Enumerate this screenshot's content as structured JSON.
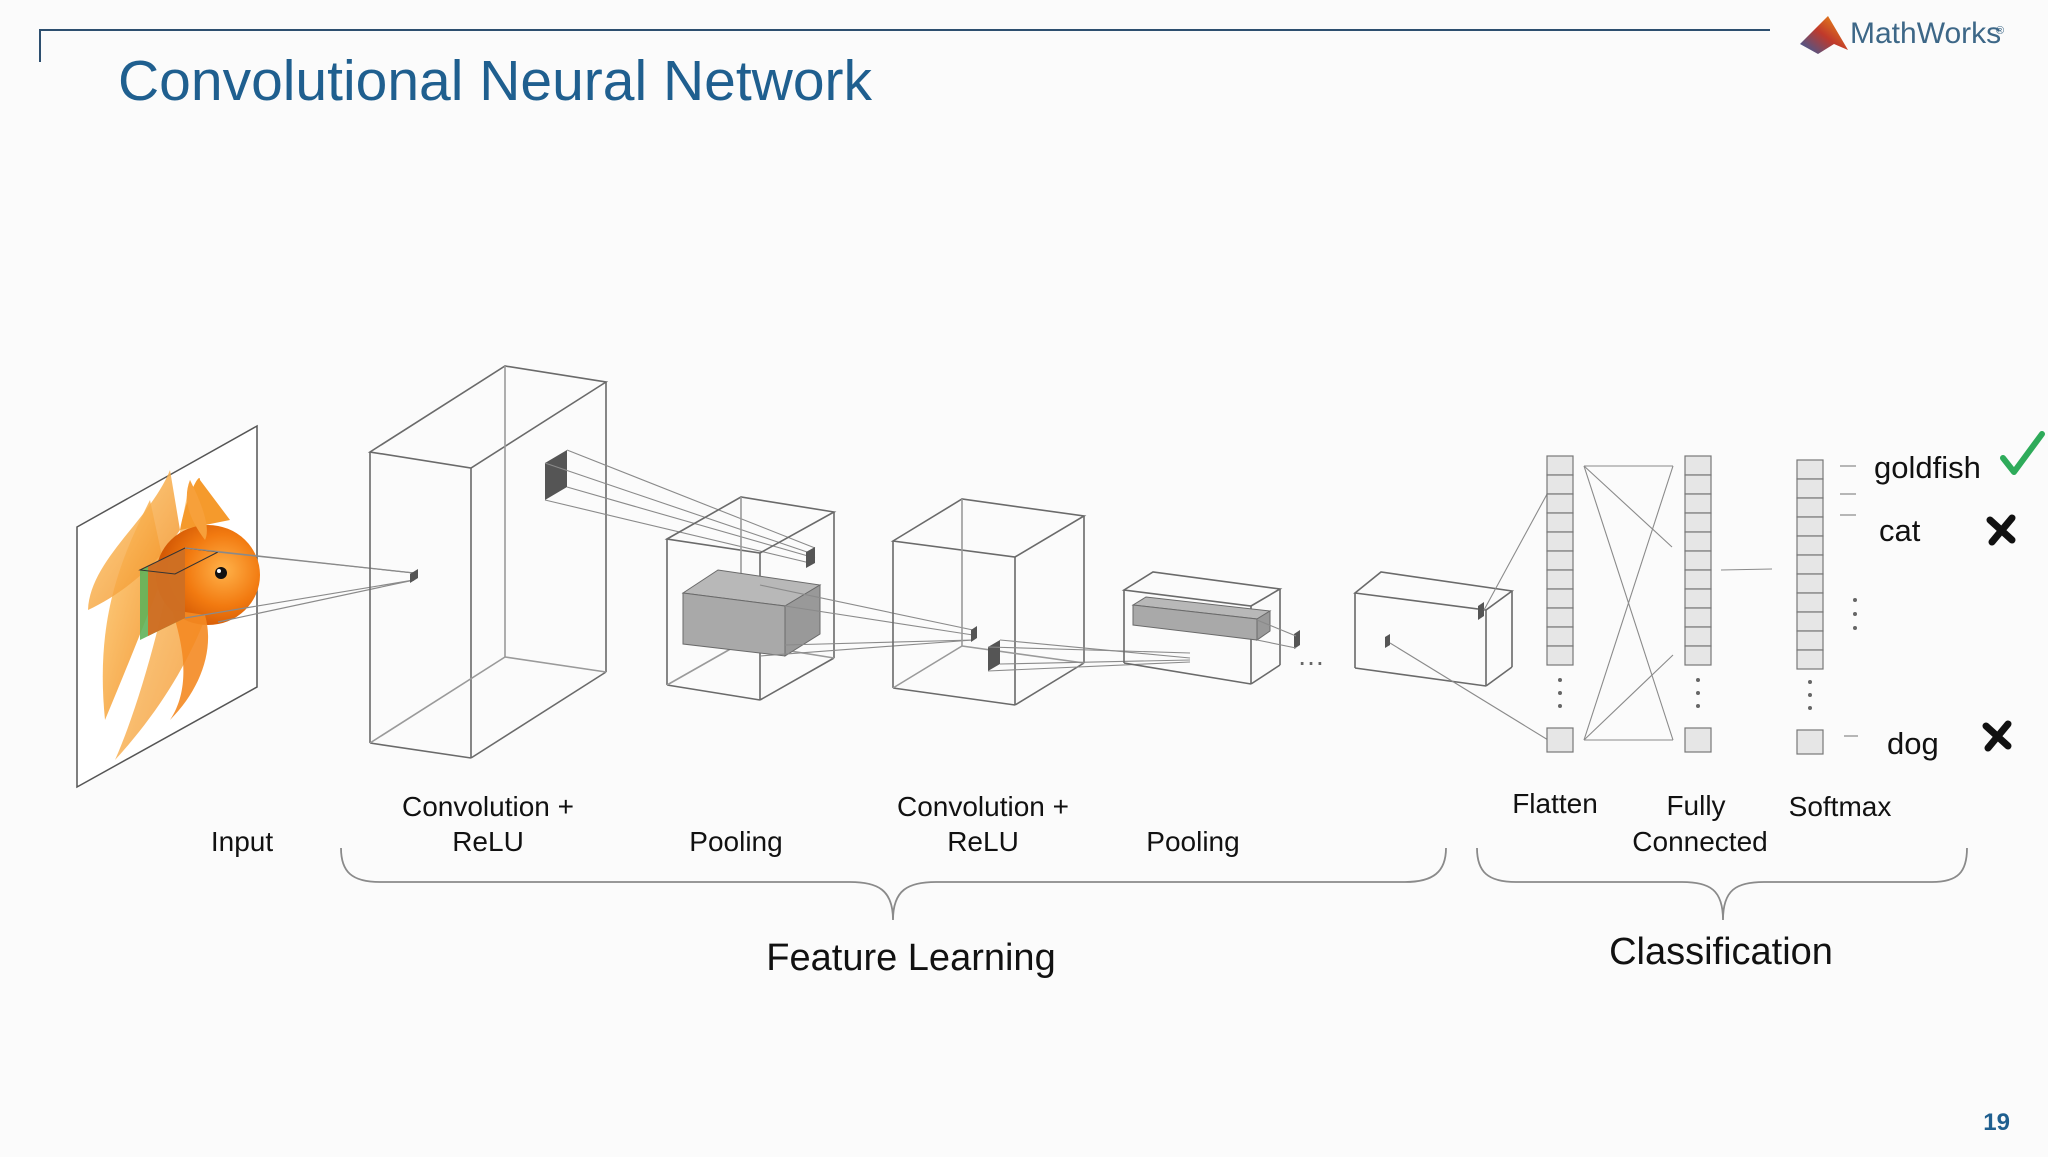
{
  "slide": {
    "title": "Convolutional Neural Network",
    "page_number": "19",
    "logo": {
      "brand": "MathWorks",
      "registered": "®"
    }
  },
  "stages": {
    "input": "Input",
    "conv1_line1": "Convolution +",
    "conv1_line2": "ReLU",
    "pool1": "Pooling",
    "conv2_line1": "Convolution +",
    "conv2_line2": "ReLU",
    "pool2": "Pooling",
    "flatten": "Flatten",
    "fc_line1": "Fully",
    "fc_line2": "Connected",
    "softmax": "Softmax"
  },
  "groups": {
    "feature_learning": "Feature Learning",
    "classification": "Classification"
  },
  "outputs": [
    {
      "label": "goldfish",
      "result": "correct",
      "icon": "check-icon",
      "color": "#2eab5a"
    },
    {
      "label": "cat",
      "result": "incorrect",
      "icon": "cross-icon",
      "color": "#111111"
    },
    {
      "label": "dog",
      "result": "incorrect",
      "icon": "cross-icon",
      "color": "#111111"
    }
  ],
  "colors": {
    "title": "#1f5f8f",
    "rule": "#2d4f6f",
    "line": "#8a8a8a",
    "box_fill": "#a9a9a9",
    "logo_text": "#3d6787",
    "fish_orange": "#f07a12",
    "filter_green": "#58b04e"
  }
}
